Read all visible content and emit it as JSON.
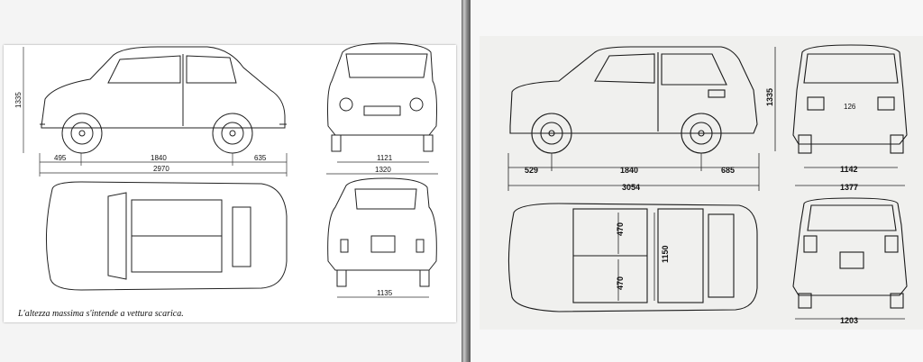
{
  "left_blueprint": {
    "height_dim": "1335",
    "front_overhang": "495",
    "wheelbase": "1840",
    "rear_overhang": "635",
    "length": "2970",
    "front_track": "1121",
    "width": "1320",
    "rear_track": "1135",
    "caption": "L'altezza massima s'intende a vettura scarica."
  },
  "right_blueprint": {
    "height_dim": "1335",
    "front_overhang": "529",
    "wheelbase": "1840",
    "rear_overhang": "685",
    "length": "3054",
    "front_track": "1142",
    "width": "1377",
    "rear_track": "1203",
    "seat_dim_top": "470",
    "seat_dim_bottom": "470",
    "interior_width": "1150",
    "badge": "126"
  }
}
